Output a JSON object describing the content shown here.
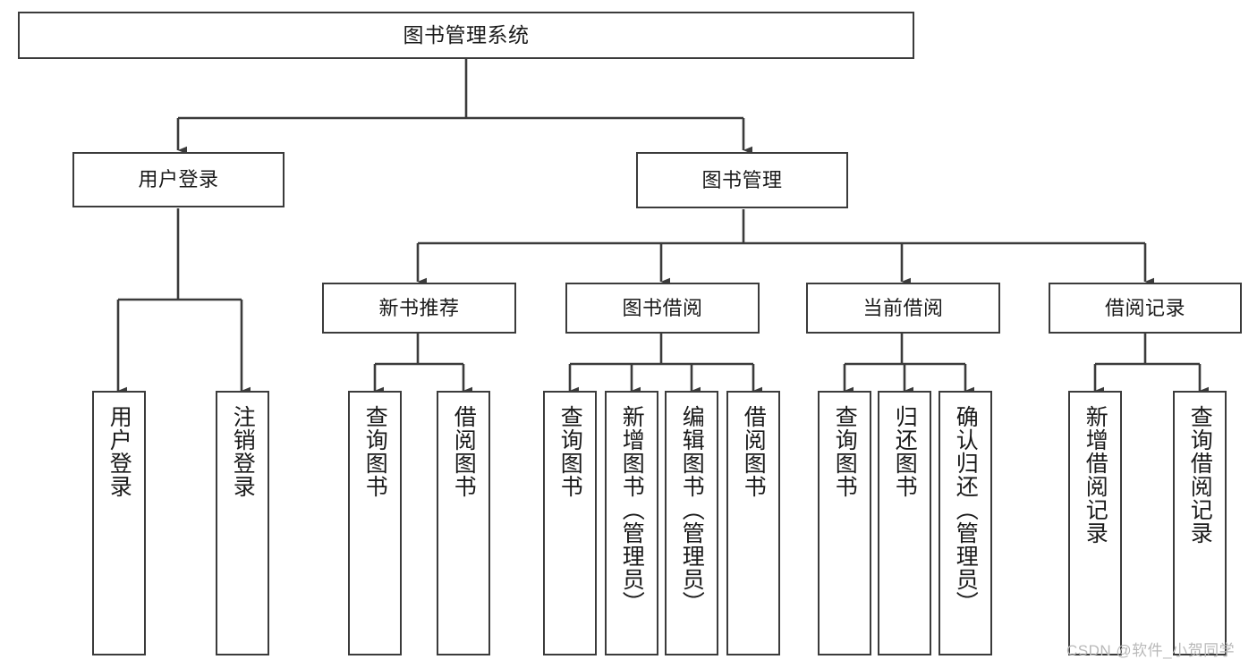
{
  "diagram": {
    "title": "图书管理系统",
    "type": "hierarchy-tree",
    "watermark": "CSDN @软件_小贺同学",
    "stroke_color": "#3b3b3b",
    "fill_color": "#ffffff",
    "text_color": "#1a1a1a",
    "nodes": {
      "root": {
        "label": "图书管理系统"
      },
      "level2": [
        {
          "label": "用户登录"
        },
        {
          "label": "图书管理"
        }
      ],
      "level3": [
        {
          "label": "新书推荐"
        },
        {
          "label": "图书借阅"
        },
        {
          "label": "当前借阅"
        },
        {
          "label": "借阅记录"
        }
      ],
      "leaves": {
        "user_login": [
          {
            "label": "用户登录"
          },
          {
            "label": "注销登录"
          }
        ],
        "new_book_recommend": [
          {
            "label": "查询图书"
          },
          {
            "label": "借阅图书"
          }
        ],
        "book_borrow": [
          {
            "label": "查询图书"
          },
          {
            "label": "新增图书（管理员）"
          },
          {
            "label": "编辑图书（管理员）"
          },
          {
            "label": "借阅图书"
          }
        ],
        "current_borrow": [
          {
            "label": "查询图书"
          },
          {
            "label": "归还图书"
          },
          {
            "label": "确认归还（管理员）"
          }
        ],
        "borrow_record": [
          {
            "label": "新增借阅记录"
          },
          {
            "label": "查询借阅记录"
          }
        ]
      }
    }
  }
}
